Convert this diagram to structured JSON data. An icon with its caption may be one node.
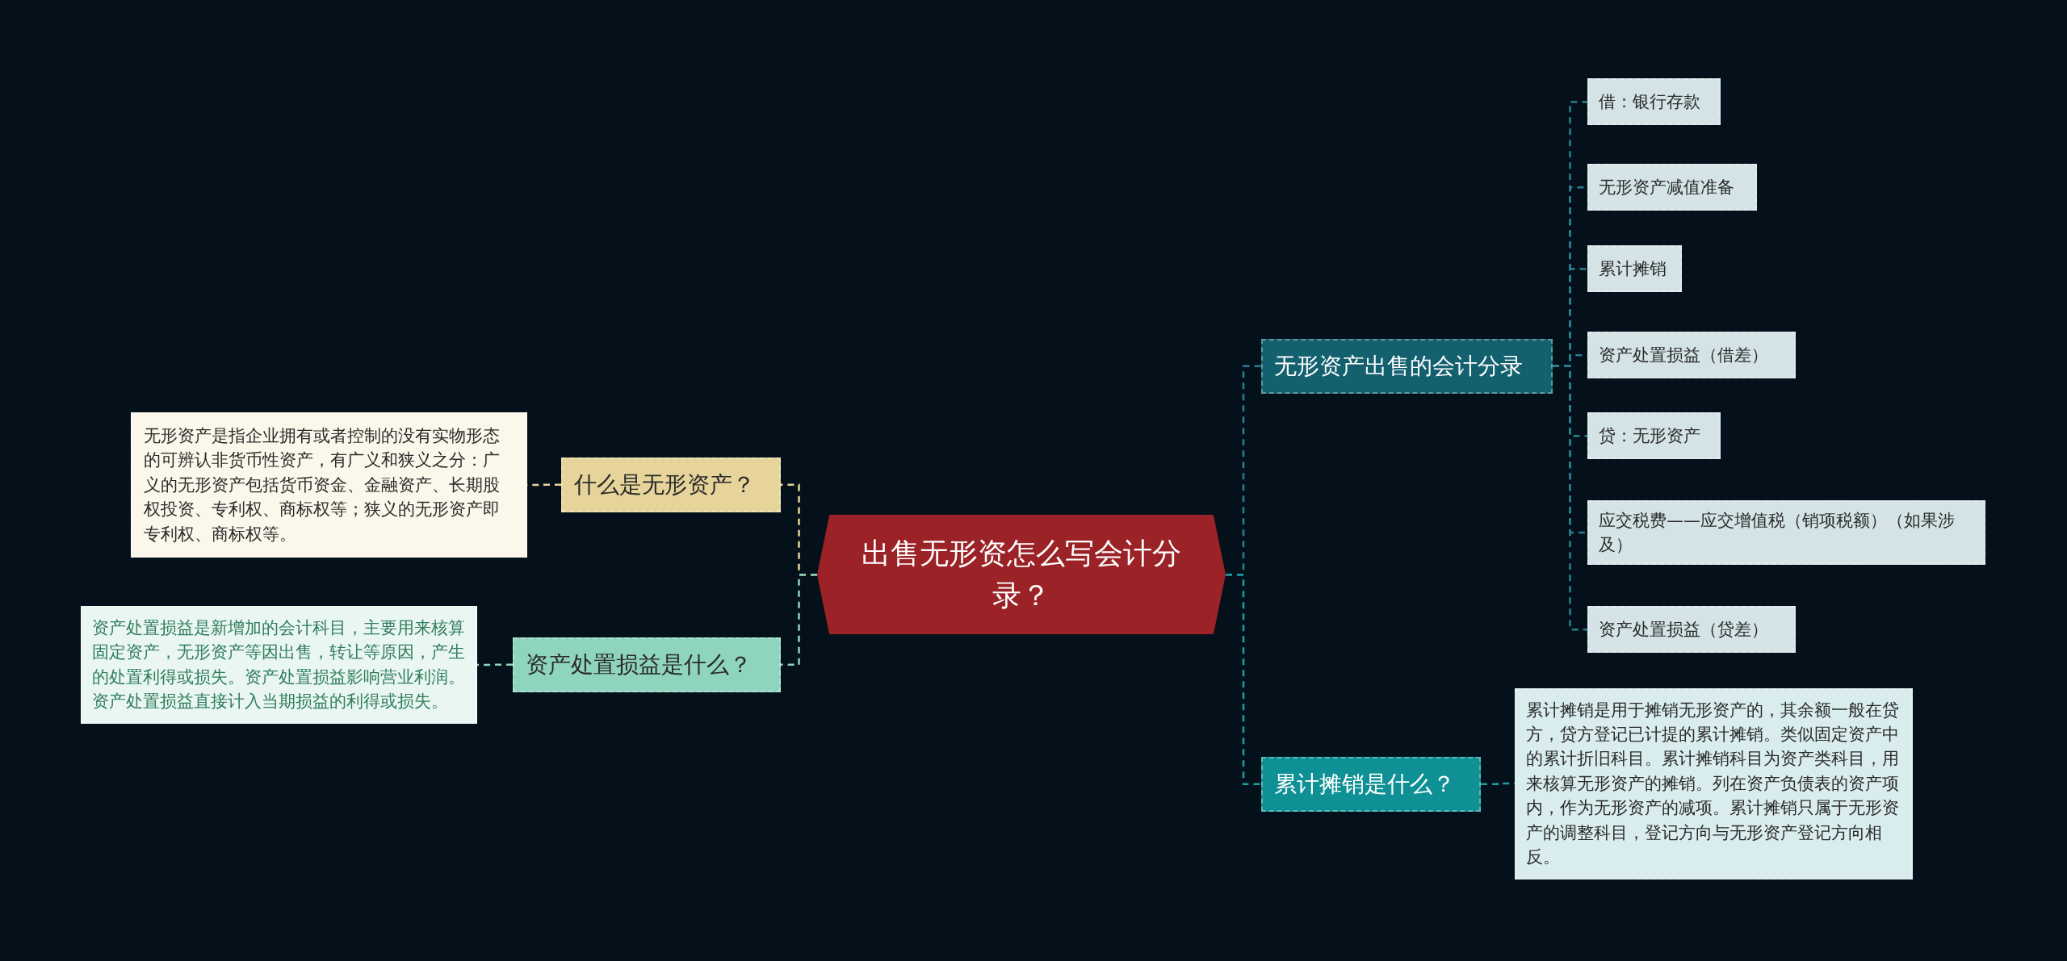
{
  "diagram": {
    "nodes": [
      {
        "text": [
          "出售无形资怎么写会计分录？"
        ]
      },
      {
        "text": [
          "什么是无形资产？"
        ]
      },
      {
        "text": [
          "无形资产是指企业拥有或者控制的没有实物形态的可辨认非货币性资产，有广义和狭义之分：广义的无形资产包括货币资金、金融资产、长期股权投资、专利权、商标权等；狭义的无形资产即专利权、商标权等。"
        ]
      },
      {
        "text": [
          "资产处置损益是什么？"
        ]
      },
      {
        "text": [
          "资产处置损益是新增加的会计科目，主要用来核算固定资产，无形资产等因出售，转让等原因，产生的处置利得或损失。资产处置损益影响营业利润。资产处置损益直接计入当期损益的利得或损失。"
        ]
      },
      {
        "text": [
          "无形资产出售的会计分录"
        ]
      },
      {
        "text": [
          "借：银行存款"
        ]
      },
      {
        "text": [
          "无形资产减值准备"
        ]
      },
      {
        "text": [
          "累计摊销"
        ]
      },
      {
        "text": [
          "资产处置损益（借差）"
        ]
      },
      {
        "text": [
          "贷：无形资产"
        ]
      },
      {
        "text": [
          "应交税费——应交增值税（销项税额）（如果涉及）"
        ]
      },
      {
        "text": [
          "资产处置损益（贷差）"
        ]
      },
      {
        "text": [
          "累计摊销是什么？"
        ]
      },
      {
        "text": [
          "累计摊销是用于摊销无形资产的，其余额一般在贷方，贷方登记已计提的累计摊销。类似固定资产中的累计折旧科目。累计摊销科目为资产类科目，用来核算无形资产的摊销。列在资产负债表的资产项内，作为无形资产的减项。累计摊销只属于无形资产的调整科目，登记方向与无形资产登记方向相反。"
        ]
      }
    ],
    "edges": [
      {
        "from": 0,
        "to": 1,
        "arrow": "none",
        "style": "dashed",
        "color": "#e6d49a"
      },
      {
        "from": 1,
        "to": 2,
        "arrow": "none",
        "style": "dashed",
        "color": "#e6d49a"
      },
      {
        "from": 0,
        "to": 3,
        "arrow": "none",
        "style": "dashed",
        "color": "#8fd4bc"
      },
      {
        "from": 3,
        "to": 4,
        "arrow": "none",
        "style": "dashed",
        "color": "#8fd4bc"
      },
      {
        "from": 0,
        "to": 5,
        "arrow": "none",
        "style": "dashed"
      },
      {
        "from": 5,
        "to": 6,
        "arrow": "none",
        "style": "dashed"
      },
      {
        "from": 5,
        "to": 7,
        "arrow": "none",
        "style": "dashed"
      },
      {
        "from": 5,
        "to": 8,
        "arrow": "none",
        "style": "dashed"
      },
      {
        "from": 5,
        "to": 9,
        "arrow": "none",
        "style": "dashed"
      },
      {
        "from": 5,
        "to": 10,
        "arrow": "none",
        "style": "dashed"
      },
      {
        "from": 5,
        "to": 11,
        "arrow": "none",
        "style": "dashed"
      },
      {
        "from": 5,
        "to": 12,
        "arrow": "none",
        "style": "dashed"
      },
      {
        "from": 0,
        "to": 13,
        "arrow": "none",
        "style": "dashed",
        "color": "#1aa0a0"
      },
      {
        "from": 13,
        "to": 14,
        "arrow": "none",
        "style": "dashed",
        "color": "#1aa0a0"
      }
    ]
  }
}
